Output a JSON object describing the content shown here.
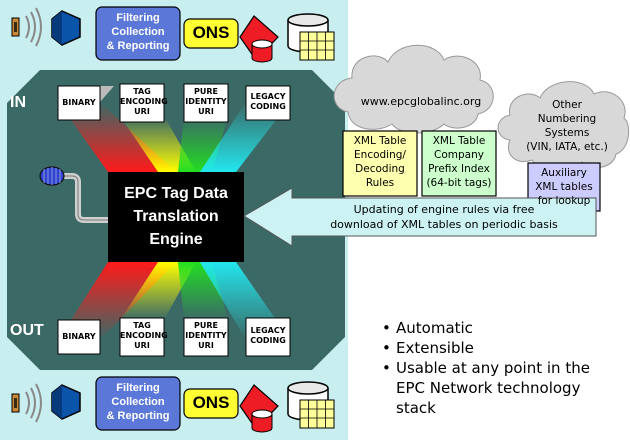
{
  "stack": {
    "filtering": "Filtering\nCollection\n& Reporting",
    "ons": "ONS"
  },
  "engine": {
    "in_label": "IN",
    "out_label": "OUT",
    "title": "EPC Tag Data\nTranslation\nEngine",
    "formats_in": [
      "BINARY",
      "TAG\nENCODING\nURI",
      "PURE\nIDENTITY\nURI",
      "LEGACY\nCODING"
    ],
    "formats_out": [
      "BINARY",
      "TAG\nENCODING\nURI",
      "PURE\nIDENTITY\nURI",
      "LEGACY\nCODING"
    ]
  },
  "cloud_epc": {
    "url": "www.epcglobalinc.org",
    "table_encoding": "XML Table\nEncoding/\nDecoding\nRules",
    "table_prefix": "XML Table\nCompany\nPrefix Index\n(64-bit tags)"
  },
  "cloud_other": {
    "title": "Other\nNumbering\nSystems\n(VIN, IATA, etc.)",
    "aux": "Auxiliary\nXML tables\nfor lookup"
  },
  "update_arrow_text": "Updating of engine rules via free\ndownload of XML tables on periodic basis",
  "bullets": [
    "Automatic",
    "Extensible",
    "Usable at any point in the\nEPC Network technology stack"
  ],
  "colors": {
    "panel": "#c9eef0",
    "engine_bg": "#3b6a66",
    "engine_box": "#000000",
    "beam_red": "#ff1a1a",
    "beam_yellow": "#ffff00",
    "beam_green": "#22dd22",
    "beam_cyan": "#22e6ee",
    "tag_yellow": "#ffff33",
    "filter_blue": "#5b78d8",
    "ons_red": "#ee1c24",
    "cloud": "#d8d8d8",
    "xml_yellow": "#ffffb0",
    "xml_green": "#ccffcc",
    "xml_lilac": "#ccccff",
    "arrow_fill": "#ccf2f4"
  }
}
